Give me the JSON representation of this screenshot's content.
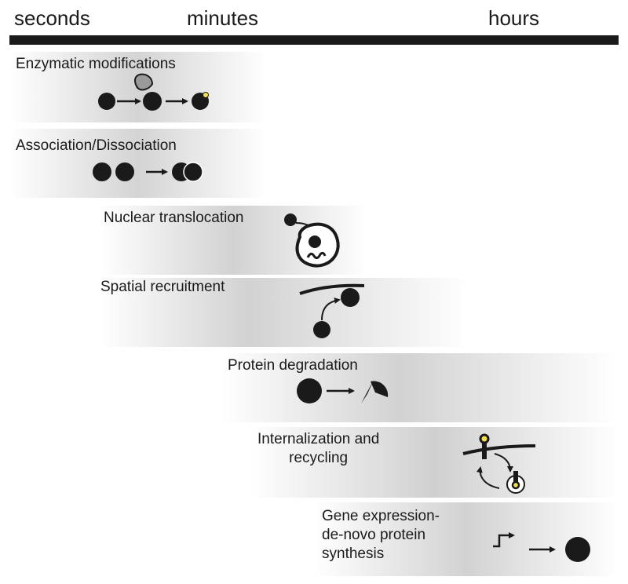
{
  "timescale": {
    "seconds": "seconds",
    "minutes": "minutes",
    "hours": "hours"
  },
  "processes": {
    "enzymatic": "Enzymatic modifications",
    "association": "Association/Dissociation",
    "nuclear": "Nuclear translocation",
    "spatial": "Spatial recruitment",
    "degradation": "Protein degradation",
    "internalization": "Internalization and\nrecycling",
    "gene": "Gene expression-\nde-novo protein\nsynthesis"
  },
  "colors": {
    "ink": "#1a1a1a",
    "enzyme": "#9a9a9a",
    "phospho_mark": "#f4e04d"
  }
}
